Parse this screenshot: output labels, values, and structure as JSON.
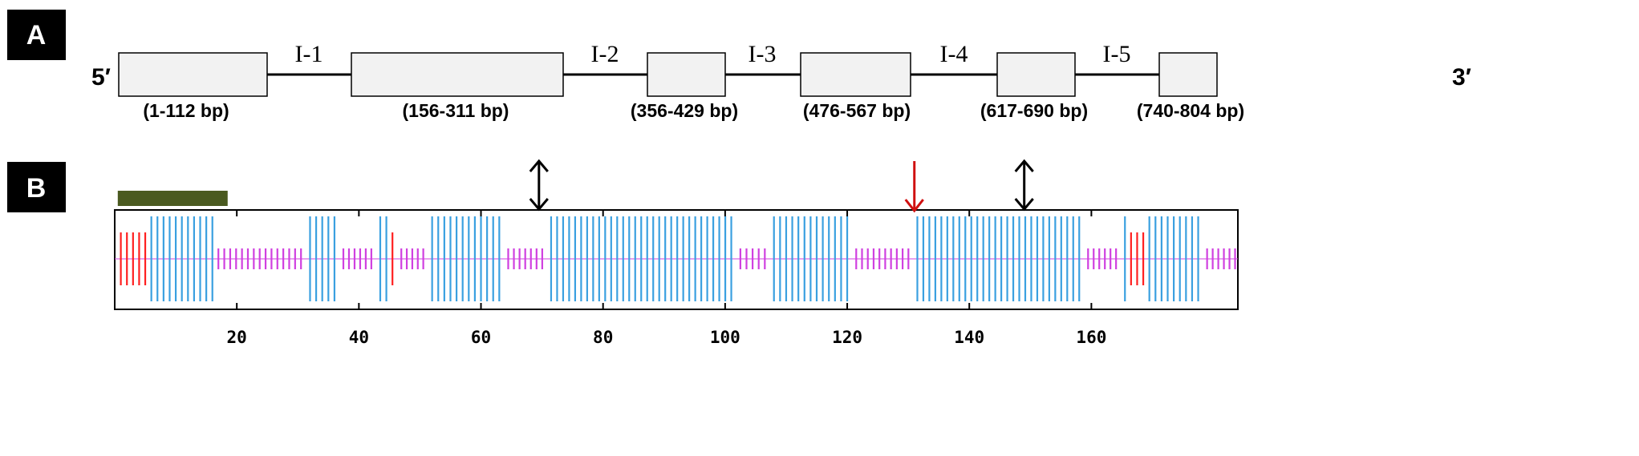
{
  "panels": [
    {
      "letter": "A"
    },
    {
      "letter": "B"
    }
  ],
  "gene_structure": {
    "five_prime_label": "5′",
    "three_prime_label": "3′",
    "exons": [
      {
        "range_label": "(1-112 bp)",
        "start": 1,
        "end": 112
      },
      {
        "range_label": "(156-311 bp)",
        "start": 156,
        "end": 311
      },
      {
        "range_label": "(356-429 bp)",
        "start": 356,
        "end": 429
      },
      {
        "range_label": "(476-567 bp)",
        "start": 476,
        "end": 567
      },
      {
        "range_label": "(617-690 bp)",
        "start": 617,
        "end": 690
      },
      {
        "range_label": "(740-804 bp)",
        "start": 740,
        "end": 804
      }
    ],
    "introns": [
      {
        "label": "I-1"
      },
      {
        "label": "I-2"
      },
      {
        "label": "I-3"
      },
      {
        "label": "I-4"
      },
      {
        "label": "I-5"
      }
    ]
  },
  "structure_plot": {
    "x_ticks": [
      "20",
      "40",
      "60",
      "80",
      "100",
      "120",
      "140",
      "160"
    ],
    "x_range": [
      0,
      184
    ],
    "colors": {
      "helix": "#ff2020",
      "strand": "#3aa0e0",
      "coil": "#d040e0",
      "bar": "#4a5a20",
      "red_arrow": "#d01010",
      "black_arrow": "#000000"
    },
    "signal_bar": {
      "start": 0.5,
      "end": 18.5
    },
    "segments": [
      {
        "type": "helix",
        "start": 0.5,
        "end": 5.5
      },
      {
        "type": "strand",
        "start": 5.5,
        "end": 16.5
      },
      {
        "type": "coil",
        "start": 16.5,
        "end": 31
      },
      {
        "type": "strand",
        "start": 31.5,
        "end": 36.5
      },
      {
        "type": "coil",
        "start": 37,
        "end": 42.5
      },
      {
        "type": "strand",
        "start": 43,
        "end": 45
      },
      {
        "type": "helix",
        "start": 45,
        "end": 46
      },
      {
        "type": "coil",
        "start": 46.5,
        "end": 51
      },
      {
        "type": "strand",
        "start": 51.5,
        "end": 63.5
      },
      {
        "type": "coil",
        "start": 64,
        "end": 70.5
      },
      {
        "type": "strand",
        "start": 71,
        "end": 101.5
      },
      {
        "type": "coil",
        "start": 102,
        "end": 107
      },
      {
        "type": "strand",
        "start": 107.5,
        "end": 120.5
      },
      {
        "type": "coil",
        "start": 121,
        "end": 130.5
      },
      {
        "type": "strand",
        "start": 131,
        "end": 158.5
      },
      {
        "type": "coil",
        "start": 159,
        "end": 164.5
      },
      {
        "type": "strand",
        "start": 165,
        "end": 166
      },
      {
        "type": "helix",
        "start": 166,
        "end": 169
      },
      {
        "type": "strand",
        "start": 169,
        "end": 178
      },
      {
        "type": "coil",
        "start": 178.5,
        "end": 184
      }
    ],
    "arrows": [
      {
        "kind": "double",
        "x": 69.5
      },
      {
        "kind": "down",
        "x": 131
      },
      {
        "kind": "double",
        "x": 149
      }
    ]
  }
}
